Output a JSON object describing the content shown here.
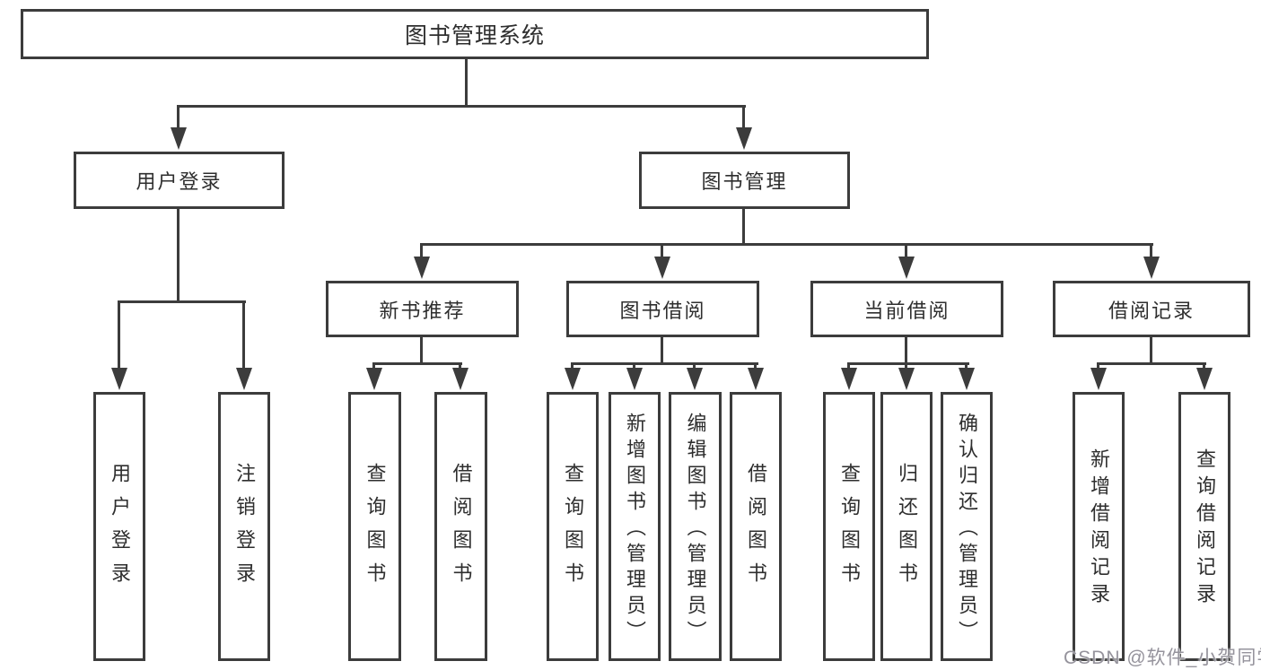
{
  "tree": {
    "root": {
      "label": "图书管理系统",
      "children": [
        {
          "label": "用户登录",
          "children": [
            {
              "label": "用户登录"
            },
            {
              "label": "注销登录"
            }
          ]
        },
        {
          "label": "图书管理",
          "children": [
            {
              "label": "新书推荐",
              "children": [
                {
                  "label": "查询图书"
                },
                {
                  "label": "借阅图书"
                }
              ]
            },
            {
              "label": "图书借阅",
              "children": [
                {
                  "label": "查询图书"
                },
                {
                  "label": "新增图书（管理员）"
                },
                {
                  "label": "编辑图书（管理员）"
                },
                {
                  "label": "借阅图书"
                }
              ]
            },
            {
              "label": "当前借阅",
              "children": [
                {
                  "label": "查询图书"
                },
                {
                  "label": "归还图书"
                },
                {
                  "label": "确认归还（管理员）"
                }
              ]
            },
            {
              "label": "借阅记录",
              "children": [
                {
                  "label": "新增借阅记录"
                },
                {
                  "label": "查询借阅记录"
                }
              ]
            }
          ]
        }
      ]
    }
  },
  "watermark": {
    "text": "CSDN @软件_小贺同学"
  },
  "colors": {
    "line": "#3c3c3c",
    "box_border": "#3c3c3c",
    "text": "#2e2e2e",
    "background": "#ffffff",
    "watermark": "#95939c"
  }
}
